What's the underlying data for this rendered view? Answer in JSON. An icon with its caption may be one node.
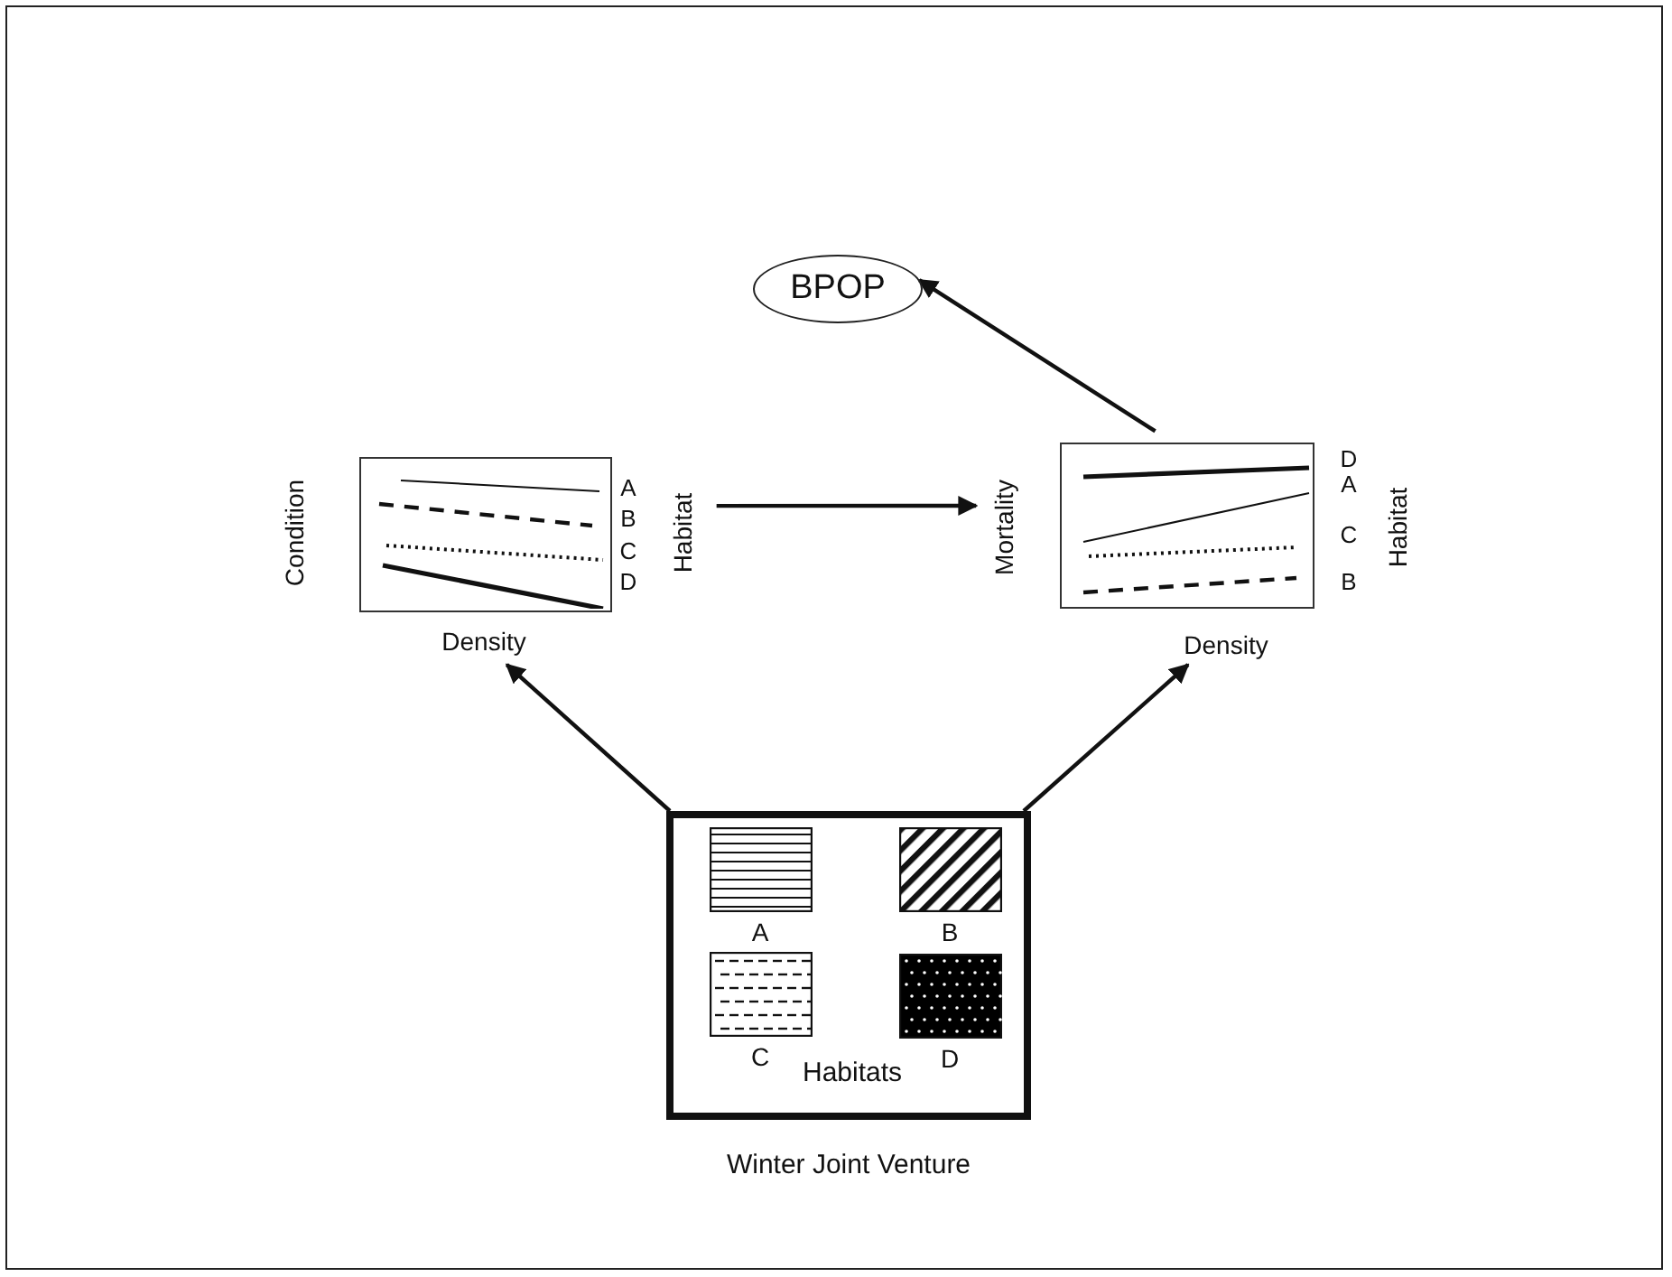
{
  "diagram": {
    "nodes": [
      {
        "text": [
          "BPOP"
        ]
      },
      {
        "text": [
          "Condition",
          "Density"
        ],
        "beside": [
          "A",
          "B",
          "C",
          "D",
          "Habitat"
        ]
      },
      {
        "text": [
          "Mortality",
          "Density"
        ],
        "beside": [
          "D",
          "A",
          "C",
          "B",
          "Habitat"
        ]
      },
      {
        "text": [
          "Habitats"
        ],
        "beside": [
          "Winter Joint Venture"
        ]
      },
      {
        "text": [
          "A"
        ],
        "in": 3
      },
      {
        "text": [
          "B"
        ],
        "in": 3
      },
      {
        "text": [
          "C"
        ],
        "in": 3
      },
      {
        "text": [
          "D"
        ],
        "in": 3
      }
    ],
    "edges": [
      {
        "from": 3,
        "to": 1,
        "arrow": "to"
      },
      {
        "from": 3,
        "to": 2,
        "arrow": "to"
      },
      {
        "from": 1,
        "to": 2,
        "arrow": "to"
      },
      {
        "from": 2,
        "to": 0,
        "arrow": "to"
      }
    ]
  }
}
